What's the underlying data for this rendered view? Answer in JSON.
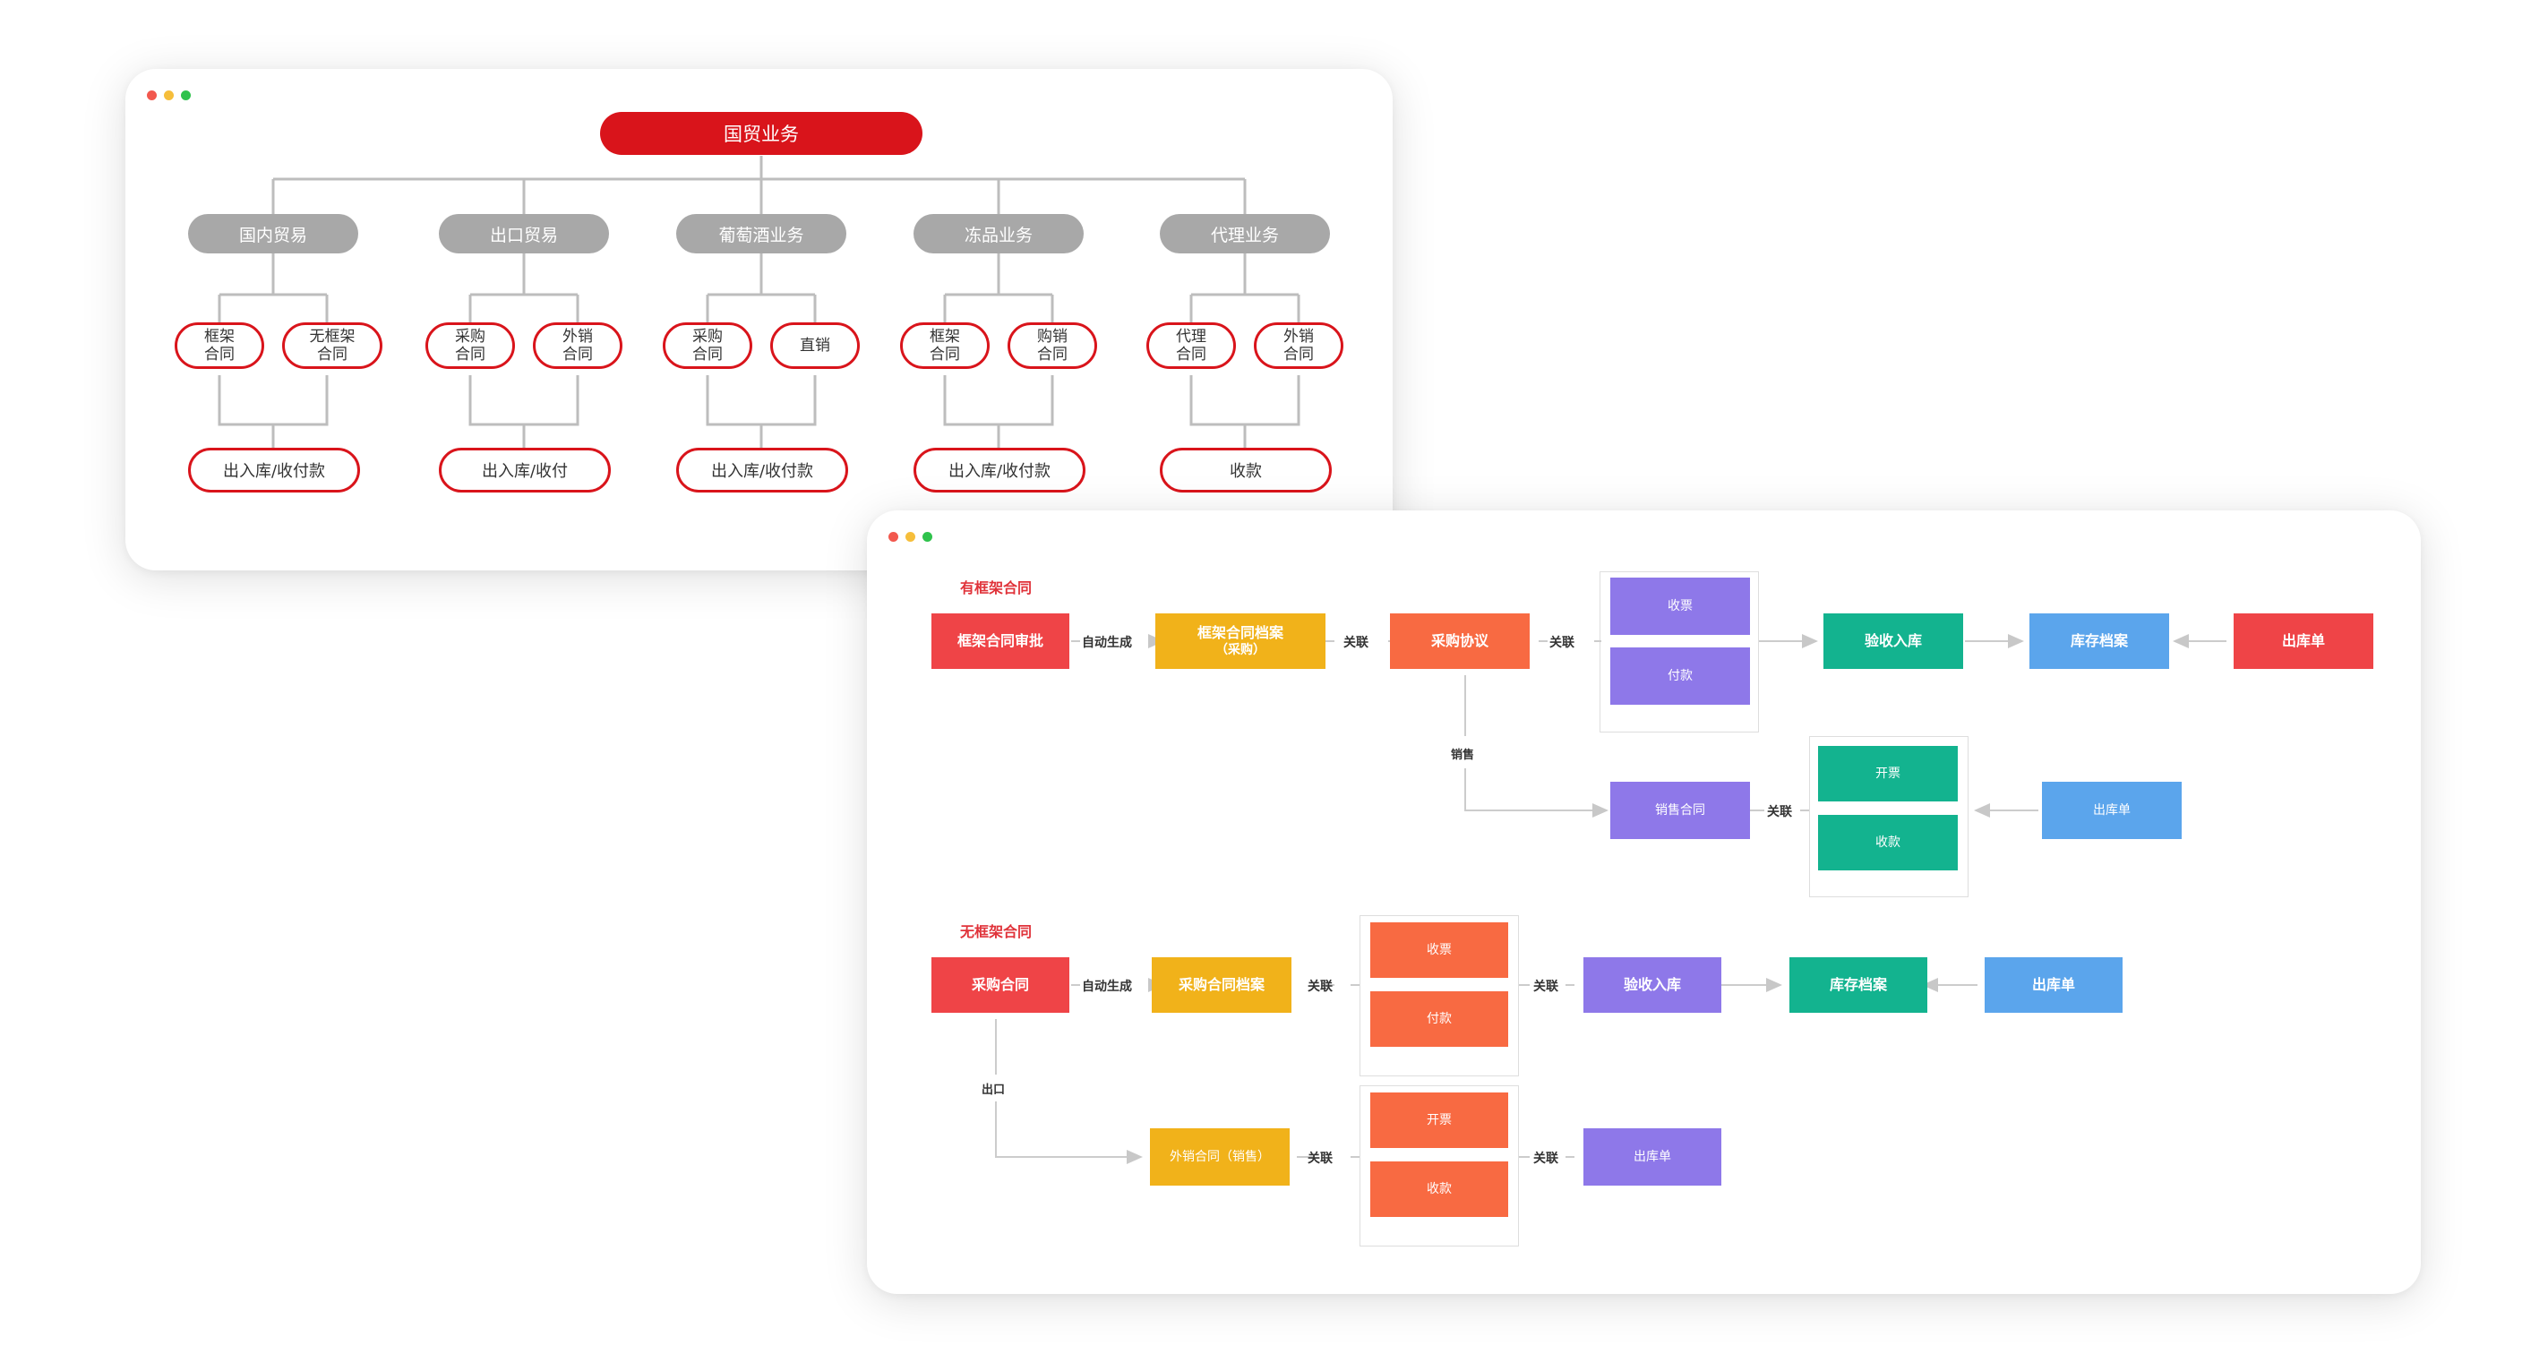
{
  "colors": {
    "root_red": "#d9141b",
    "category_gray": "#a8a8a8",
    "red": "#ef4447",
    "orange": "#f86a42",
    "yellow": "#f1b21a",
    "purple": "#8e78e9",
    "teal": "#13b38f",
    "blue": "#5ba5ec",
    "dot_red": "#f2584e",
    "dot_yellow": "#f6be3b",
    "dot_green": "#2fc24c"
  },
  "tree": {
    "root": "国贸业务",
    "categories": [
      {
        "label": "国内贸易",
        "subs": [
          [
            "框架",
            "合同"
          ],
          [
            "无框架",
            "合同"
          ]
        ],
        "bottom": "出入库/收付款"
      },
      {
        "label": "出口贸易",
        "subs": [
          [
            "采购",
            "合同"
          ],
          [
            "外销",
            "合同"
          ]
        ],
        "bottom": "出入库/收付"
      },
      {
        "label": "葡萄酒业务",
        "subs": [
          [
            "采购",
            "合同"
          ],
          [
            "直销"
          ]
        ],
        "bottom": "出入库/收付款"
      },
      {
        "label": "冻品业务",
        "subs": [
          [
            "框架",
            "合同"
          ],
          [
            "购销",
            "合同"
          ]
        ],
        "bottom": "出入库/收付款"
      },
      {
        "label": "代理业务",
        "subs": [
          [
            "代理",
            "合同"
          ],
          [
            "外销",
            "合同"
          ]
        ],
        "bottom": "收款"
      }
    ]
  },
  "flow": {
    "section1_title": "有框架合同",
    "section2_title": "无框架合同",
    "s1": {
      "approve": "框架合同审批",
      "auto_gen": "自动生成",
      "archive_line1": "框架合同档案",
      "archive_line2": "（采购）",
      "link1": "关联",
      "purchase_agreement": "采购协议",
      "link2": "关联",
      "receive_invoice": "收票",
      "payment": "付款",
      "inspect_in": "验收入库",
      "stock_archive": "库存档案",
      "outbound": "出库单",
      "sales_label": "销售",
      "sales_contract": "销售合同",
      "link3": "关联",
      "issue_invoice": "开票",
      "collection": "收款",
      "outbound2": "出库单"
    },
    "s2": {
      "purchase_contract": "采购合同",
      "auto_gen": "自动生成",
      "archive": "采购合同档案",
      "link1": "关联",
      "receive_invoice": "收票",
      "payment": "付款",
      "link2": "关联",
      "inspect_in": "验收入库",
      "stock_archive": "库存档案",
      "outbound": "出库单",
      "export_label": "出口",
      "export_contract": "外销合同（销售）",
      "link3": "关联",
      "issue_invoice": "开票",
      "collection": "收款",
      "link4": "关联",
      "outbound2": "出库单"
    }
  }
}
